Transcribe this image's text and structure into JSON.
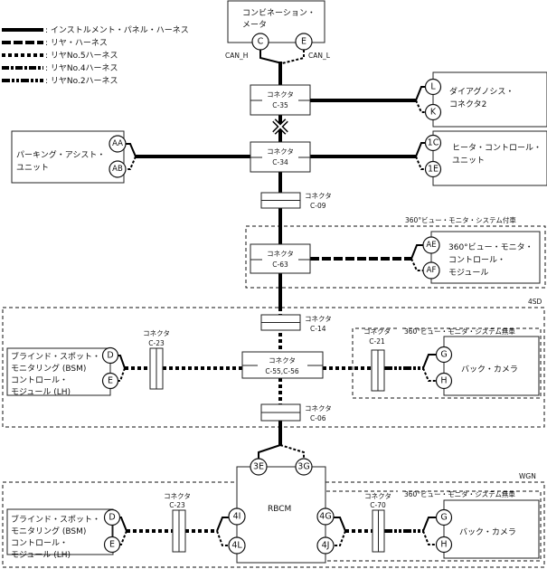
{
  "legend": [
    {
      "style": "solid",
      "label": ": インストルメント・パネル・ハーネス"
    },
    {
      "style": "rear",
      "label": ": リヤ・ハーネス"
    },
    {
      "style": "no5",
      "label": ": リヤNo.5ハーネス"
    },
    {
      "style": "no4",
      "label": ": リヤNo.4ハーネス"
    },
    {
      "style": "no2",
      "label": ": リヤNo.2ハーネス"
    }
  ],
  "meter": {
    "line1": "コンビネーション・",
    "line2": "メータ",
    "pin_c": "C",
    "pin_e": "E",
    "can_h": "CAN_H",
    "can_l": "CAN_L"
  },
  "connector_word": "コネクタ",
  "connectors": {
    "c35": "C-35",
    "c34": "C-34",
    "c09": "C-09",
    "c63": "C-63",
    "c14": "C-14",
    "c5556": "C-55,C-56",
    "c23": "C-23",
    "c21": "C-21",
    "c06": "C-06",
    "c70": "C-70"
  },
  "diag": {
    "line1": "ダイアグノシス・",
    "line2": "コネクタ2",
    "pin1": "L",
    "pin2": "K"
  },
  "parking": {
    "line1": "パーキング・アシスト・",
    "line2": "ユニット",
    "pin1": "AA",
    "pin2": "AB"
  },
  "heater": {
    "line1": "ヒータ・コントロール・",
    "line2": "ユニット",
    "pin1": "1C",
    "pin2": "1E"
  },
  "avm_equipped": "360°ビュー・モニタ・システム付車",
  "avm_module": {
    "line1": "360°ビュー・モニタ・",
    "line2": "コントロール・",
    "line3": "モジュール",
    "pin1": "AE",
    "pin2": "AF"
  },
  "variant_4sd": "4SD",
  "variant_wgn": "WGN",
  "avm_not_equipped": "360°ビュー・モニタ・システム無車",
  "bsm": {
    "line1": "ブラインド・スポット・",
    "line2": "モニタリング (BSM)",
    "line3": "コントロール・",
    "line4": "モジュール (LH)",
    "pin1": "D",
    "pin2": "E"
  },
  "camera": {
    "label": "バック・カメラ",
    "pin1": "G",
    "pin2": "H"
  },
  "rbcm": {
    "label": "RBCM",
    "pin_3e": "3E",
    "pin_3g": "3G",
    "pin_4i": "4I",
    "pin_4l": "4L",
    "pin_4g": "4G",
    "pin_4j": "4J"
  }
}
